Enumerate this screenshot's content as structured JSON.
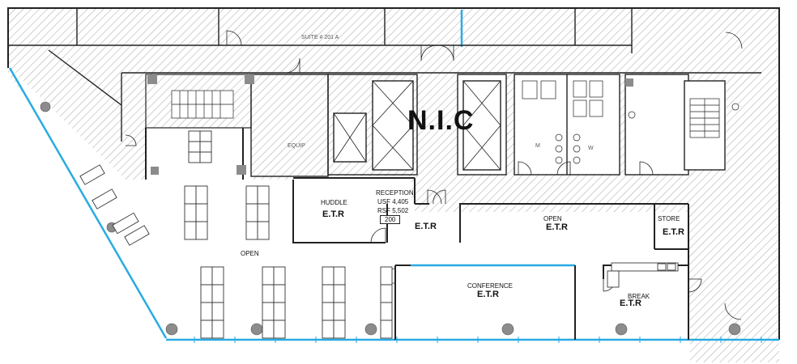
{
  "plan": {
    "suite_label": "SUITE # 201 A",
    "nic_label": "N.I.C",
    "equip_label": "EQUIP",
    "restroom_labels": [
      "M",
      "W"
    ]
  },
  "rooms": {
    "huddle": {
      "name": "HUDDLE",
      "status": "E.T.R"
    },
    "reception": {
      "name": "RECEPTION",
      "usf": "USF 4,405",
      "rsf": "RSF 5,502",
      "suite_number": "200"
    },
    "reception_etr": "E.T.R",
    "open_east": {
      "name": "OPEN",
      "status": "E.T.R"
    },
    "store": {
      "name": "STORE",
      "status": "E.T.R"
    },
    "open_west": {
      "name": "OPEN"
    },
    "conference": {
      "name": "CONFERENCE",
      "status": "E.T.R"
    },
    "break": {
      "name": "BREAK",
      "status": "E.T.R"
    }
  },
  "colors": {
    "wall": "#222222",
    "hatch": "#9a9a9a",
    "glazing": "#29abe2",
    "column": "#8c8c8c",
    "desk": "#ffffff"
  }
}
